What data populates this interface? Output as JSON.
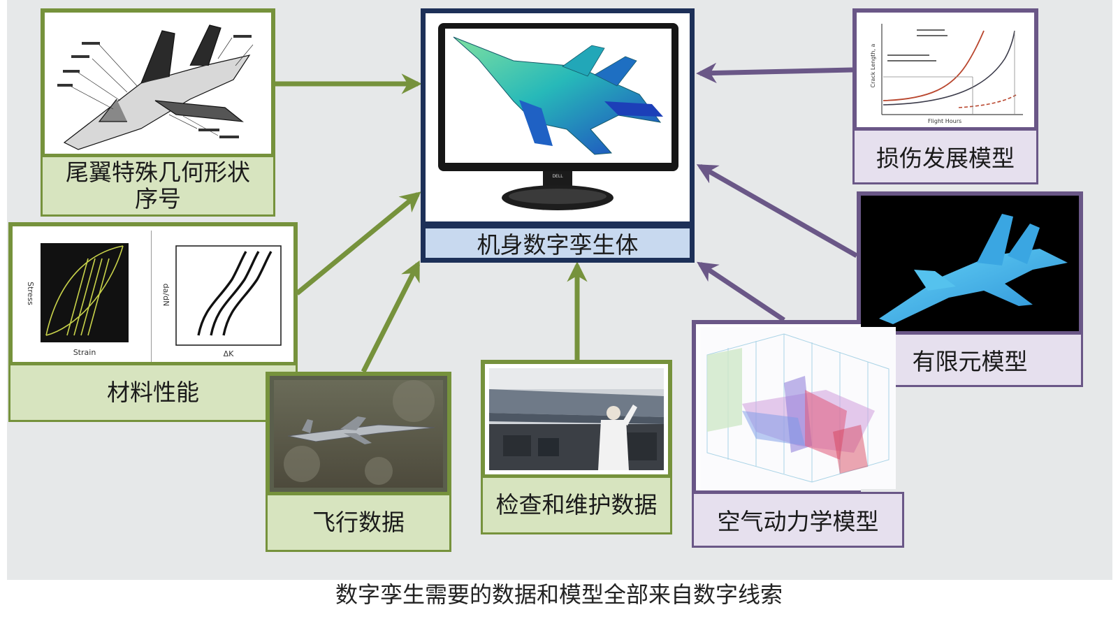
{
  "center": {
    "label": "机身数字孪生体"
  },
  "inputs": {
    "tail_geometry": {
      "label_line1": "尾翼特殊几何形状",
      "label_line2": "序号"
    },
    "material": {
      "label": "材料性能",
      "stress_label": "Stress",
      "strain_label": "Strain",
      "dadn_label": "da/dN",
      "dk_label": "ΔK"
    },
    "flight": {
      "label": "飞行数据"
    },
    "inspection": {
      "label": "检查和维护数据"
    },
    "damage": {
      "label": "损伤发展模型",
      "x_axis": "Flight Hours",
      "y_axis": "Crack Length, a"
    },
    "fem": {
      "label": "有限元模型"
    },
    "aero": {
      "label": "空气动力学模型"
    }
  },
  "monitor_brand": "DELL",
  "caption": "数字孪生需要的数据和模型全部来自数字线索",
  "colors": {
    "green_border": "#76923c",
    "green_fill": "#d7e4bf",
    "purple_border": "#6a5787",
    "purple_fill": "#e6e0ee",
    "navy_border": "#1d3058",
    "blue_fill": "#c8d9ef",
    "background": "#e6e8e9"
  }
}
